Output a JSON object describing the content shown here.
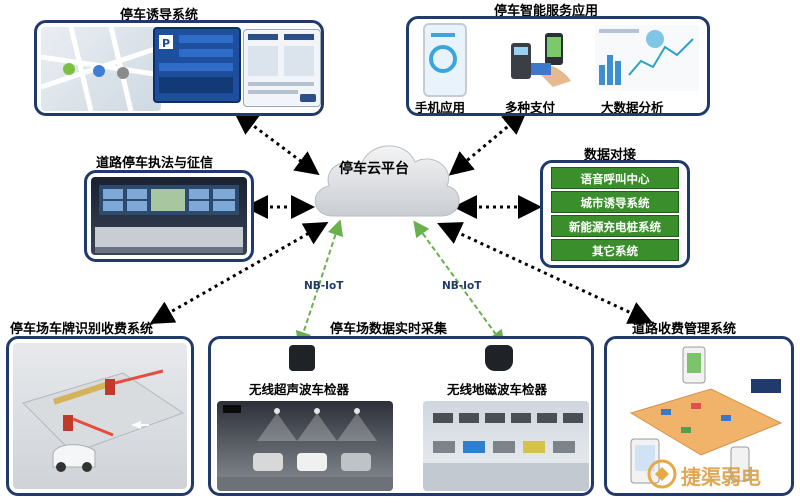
{
  "center": {
    "label": "停车云平台"
  },
  "guidance": {
    "title": "停车诱导系统"
  },
  "smart": {
    "title": "停车智能服务应用",
    "items": [
      "手机应用",
      "多种支付",
      "大数据分析"
    ]
  },
  "enforcement": {
    "title": "道路停车执法与征信"
  },
  "docking": {
    "title": "数据对接",
    "items": [
      "语音呼叫中心",
      "城市诱导系统",
      "新能源充电桩系统",
      "其它系统"
    ]
  },
  "plate": {
    "title": "停车场车牌识别收费系统"
  },
  "realtime": {
    "title": "停车场数据实时采集",
    "ultrasonic": "无线超声波车检器",
    "geomagnetic": "无线地磁波车检器"
  },
  "road_toll": {
    "title": "道路收费管理系统"
  },
  "links": {
    "left": "NB-IoT",
    "right": "NB-IoT"
  },
  "watermark": "捷渠弱电",
  "colors": {
    "border": "#1f3a6b",
    "green": "#3a8f2c",
    "link": "#6ab04c"
  }
}
